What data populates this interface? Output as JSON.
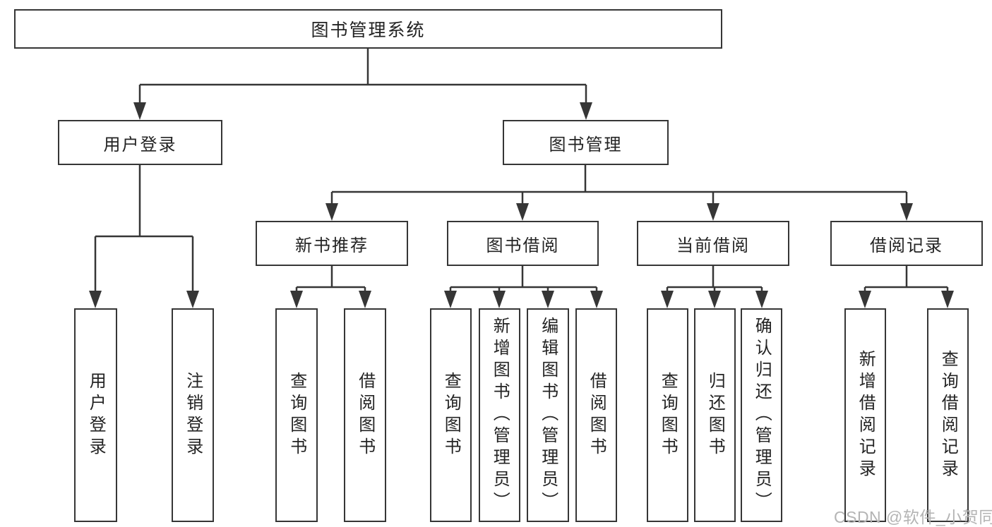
{
  "diagram": {
    "type": "tree-diagram",
    "tree": {
      "label": "图书管理系统",
      "children": [
        {
          "label": "用户登录",
          "children": [
            {
              "label": "用户登录"
            },
            {
              "label": "注销登录"
            }
          ]
        },
        {
          "label": "图书管理",
          "children": [
            {
              "label": "新书推荐",
              "children": [
                {
                  "label": "查询图书"
                },
                {
                  "label": "借阅图书"
                }
              ]
            },
            {
              "label": "图书借阅",
              "children": [
                {
                  "label": "查询图书"
                },
                {
                  "label": "新增图书（管理员）"
                },
                {
                  "label": "编辑图书（管理员）"
                },
                {
                  "label": "借阅图书"
                }
              ]
            },
            {
              "label": "当前借阅",
              "children": [
                {
                  "label": "查询图书"
                },
                {
                  "label": "归还图书"
                },
                {
                  "label": "确认归还（管理员）"
                }
              ]
            },
            {
              "label": "借阅记录",
              "children": [
                {
                  "label": "新增借阅记录"
                },
                {
                  "label": "查询借阅记录"
                }
              ]
            }
          ]
        }
      ]
    },
    "colors": {
      "line": "#363636",
      "text": "#232323",
      "background": "#ffffff",
      "watermark": "#b4b4b4"
    }
  },
  "watermark": {
    "text": "CSDN @软件_小贺同学"
  }
}
